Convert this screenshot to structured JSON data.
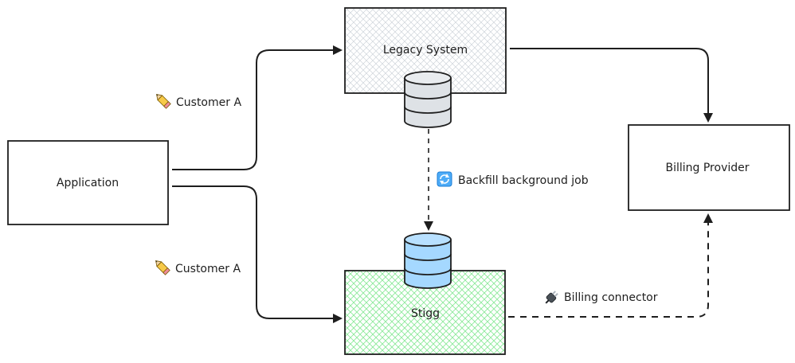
{
  "nodes": {
    "application": {
      "label": "Application"
    },
    "legacy": {
      "label": "Legacy System",
      "fill": "#e9ecef"
    },
    "stigg": {
      "label": "Stigg",
      "fill": "#b2f2bb"
    },
    "billing": {
      "label": "Billing Provider"
    }
  },
  "edges": {
    "app_to_legacy": {
      "label": "Customer A",
      "icon": "pencil-icon",
      "style": "solid"
    },
    "app_to_stigg": {
      "label": "Customer A",
      "icon": "pencil-icon",
      "style": "solid"
    },
    "legacy_to_billing": {
      "label": "",
      "style": "solid"
    },
    "backfill": {
      "label": "Backfill background job",
      "icon": "refresh-icon",
      "style": "dashed"
    },
    "connector": {
      "label": "Billing connector",
      "icon": "plug-icon",
      "style": "dashed"
    }
  },
  "databases": {
    "legacy_db": {
      "fill": "#dee2e6"
    },
    "stigg_db": {
      "fill": "#a5d8ff"
    }
  },
  "colors": {
    "stroke": "#1e1e1e"
  }
}
